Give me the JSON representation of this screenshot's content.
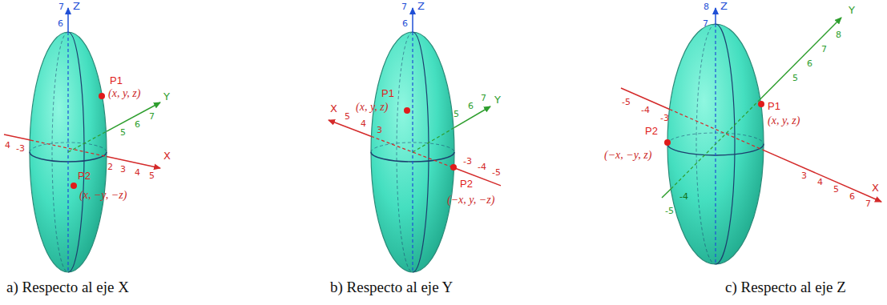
{
  "diagram": {
    "labels": [
      "7",
      "Z",
      "6",
      "P1",
      "(x, y, z)",
      "5",
      "6",
      "7",
      "Y",
      "4",
      "-3",
      "2",
      "3",
      "4",
      "5",
      "X",
      "P2",
      "(x, −y, −z)",
      "a) Respecto al eje X",
      "7",
      "Z",
      "6",
      "P1",
      "(x, y, z)",
      "X",
      "5",
      "4",
      "3",
      "5",
      "6",
      "7",
      "Y",
      "-3",
      "-4",
      "-5",
      "P2",
      "(−x, y, −z)",
      "b) Respecto al eje Y",
      "8",
      "Z",
      "7",
      "Y",
      "8",
      "7",
      "6",
      "5",
      "P1",
      "(x, y, z)",
      "-5",
      "-4",
      "-3",
      "P2",
      "(−x, −y, z)",
      "3",
      "4",
      "5",
      "6",
      "7",
      "X",
      "-4",
      "-5",
      "c) Respecto al eje Z"
    ]
  }
}
